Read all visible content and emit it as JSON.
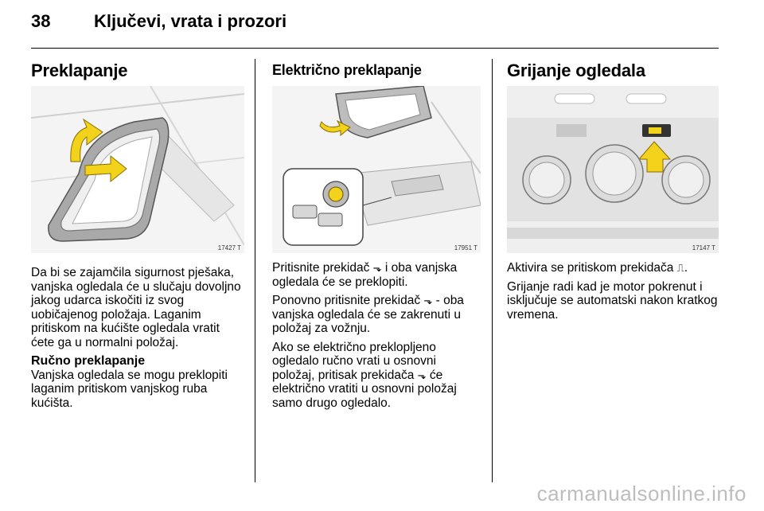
{
  "header": {
    "page_number": "38",
    "title": "Ključevi, vrata i prozori"
  },
  "col1": {
    "heading": "Preklapanje",
    "figure_number": "17427 T",
    "paragraph1": "Da bi se zajamčila sigurnost pješaka, vanjska ogledala će u slučaju dovoljno jakog udarca iskočiti iz svog uobičajenog položaja. Laganim pritiskom na kućište ogledala vratit ćete ga u normalni položaj.",
    "subheading": "Ručno preklapanje",
    "paragraph2": "Vanjska ogledala se mogu preklopiti laganim pritiskom vanjskog ruba kućišta."
  },
  "col2": {
    "heading": "Električno preklapanje",
    "figure_number": "17951 T",
    "p1_before": "Pritisnite prekidač ",
    "p1_after": " i oba vanjska ogledala će se preklopiti.",
    "p2_before": "Ponovno pritisnite prekidač ",
    "p2_after": " - oba vanjska ogledala će se zakrenuti u položaj za vožnju.",
    "p3_before": "Ako se električno preklopljeno ogledalo ručno vrati u osnovni položaj, pritisak prekidača ",
    "p3_after": " će električno vratiti u osnovni položaj samo drugo ogledalo.",
    "fold_icon": "⬎"
  },
  "col3": {
    "heading": "Grijanje ogledala",
    "figure_number": "17147 T",
    "p1_before": "Aktivira se pritiskom prekidača ",
    "p1_after": ".",
    "heat_icon": "⎍",
    "p2": "Grijanje radi kad je motor pokrenut i isključuje se automatski nakon kratkog vremena."
  },
  "watermark": "carmanualsonline.info"
}
